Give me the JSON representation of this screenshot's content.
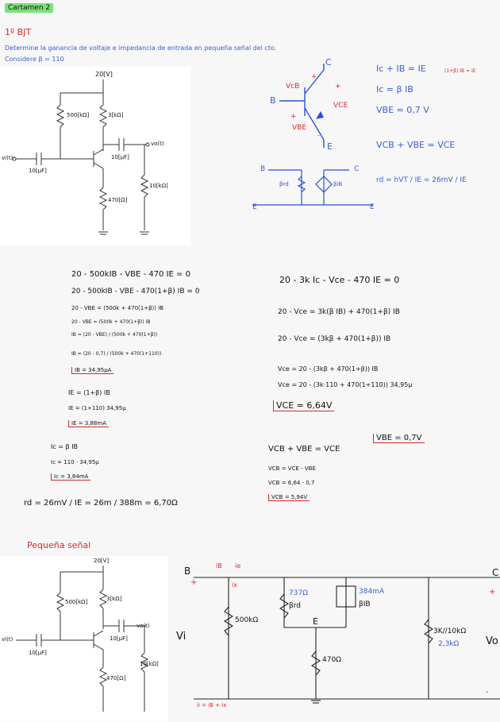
{
  "header": {
    "title": "Cartamen 2"
  },
  "problem": {
    "number": "1º BJT",
    "line1": "Determine la ganancia de voltaje e impedancia de entrada en pequeña señal del cto.",
    "line2": "Considere β = 110"
  },
  "circuit_top": {
    "vcc": "20[V]",
    "rb": "500[kΩ]",
    "rc": "3[kΩ]",
    "c_in": "10[μF]",
    "c_out": "10[μF]",
    "vo": "vo(t)",
    "vi": "vi(t)",
    "re": "470[Ω]",
    "rl": "10[kΩ]"
  },
  "bjt_sketch": {
    "c": "C",
    "b": "B",
    "e": "E",
    "vcb": "VcB",
    "vce": "VCE",
    "vbe": "VBE",
    "plus": "+",
    "minus": "-"
  },
  "relations": {
    "r1": "Ic + IB = IE",
    "r1_note": "(1+β) IB = IE",
    "r2": "Ic = β IB",
    "r3": "VBE = 0,7 V",
    "r4": "VCB + VBE = VCE",
    "r5": "rd = hVT / IE = 26mV / IE"
  },
  "small_model": {
    "b": "B",
    "c": "C",
    "e1": "E",
    "e2": "E",
    "rd": "βrd",
    "src": "βiB"
  },
  "calc_left": {
    "l1": "20 - 500kIB - VBE - 470 IE = 0",
    "l2": "20 - 500kIB - VBE - 470(1+β) IB = 0",
    "l3": "20 - VBE = (500k + 470(1+β)) IB",
    "l4": "20 - VBE = (500k + 470(1+β)) IB",
    "l5": "IB = (20 - VBE) / (500k + 470(1+β))",
    "l6": "IB = (20 - 0,7) / (500k + 470(1+110))",
    "l7": "IB = 34,95μA",
    "l8": "IE = (1+β) IB",
    "l9": "IE = (1+110) 34,95μ",
    "l10": "IE = 3,88mA",
    "l11": "Ic = β IB",
    "l12": "Ic = 110 · 34,95μ",
    "l13": "Ic = 3,84mA",
    "l14": "rd = 26mV / IE = 26m / 388m = 6,70Ω"
  },
  "calc_right": {
    "l1": "20 - 3k Ic - Vce - 470 IE = 0",
    "l2": "20 - Vce = 3k(β IB) + 470(1+β) IB",
    "l3": "20 - Vce = (3kβ + 470(1+β)) IB",
    "l4": "Vce = 20 - (3kβ + 470(1+β)) IB",
    "l5": "Vce = 20 - (3k·110 + 470(1+110)) 34,95μ",
    "l6": "VCE = 6,64V",
    "l7": "VBE = 0,7V",
    "l8": "VCB + VBE = VCE",
    "l9": "VCB = VCE - VBE",
    "l10": "VCB = 6,64 - 0,7",
    "l11": "VCB = 5,94V"
  },
  "small_signal": {
    "title": "Pequeña señal",
    "b": "B",
    "c": "C",
    "e": "E",
    "ib": "iB",
    "ix": "ix",
    "ie": "ie",
    "i_in": "ii = iB + ix",
    "vi": "Vi",
    "vo": "Vo",
    "r500": "500kΩ",
    "rd_val": "737Ω",
    "rd": "βrd",
    "isrc_val": "384mA",
    "isrc": "βIB",
    "re": "470Ω",
    "rl": "3K//10kΩ",
    "rl_val": "2,3kΩ",
    "plus": "+",
    "minus": "-"
  }
}
